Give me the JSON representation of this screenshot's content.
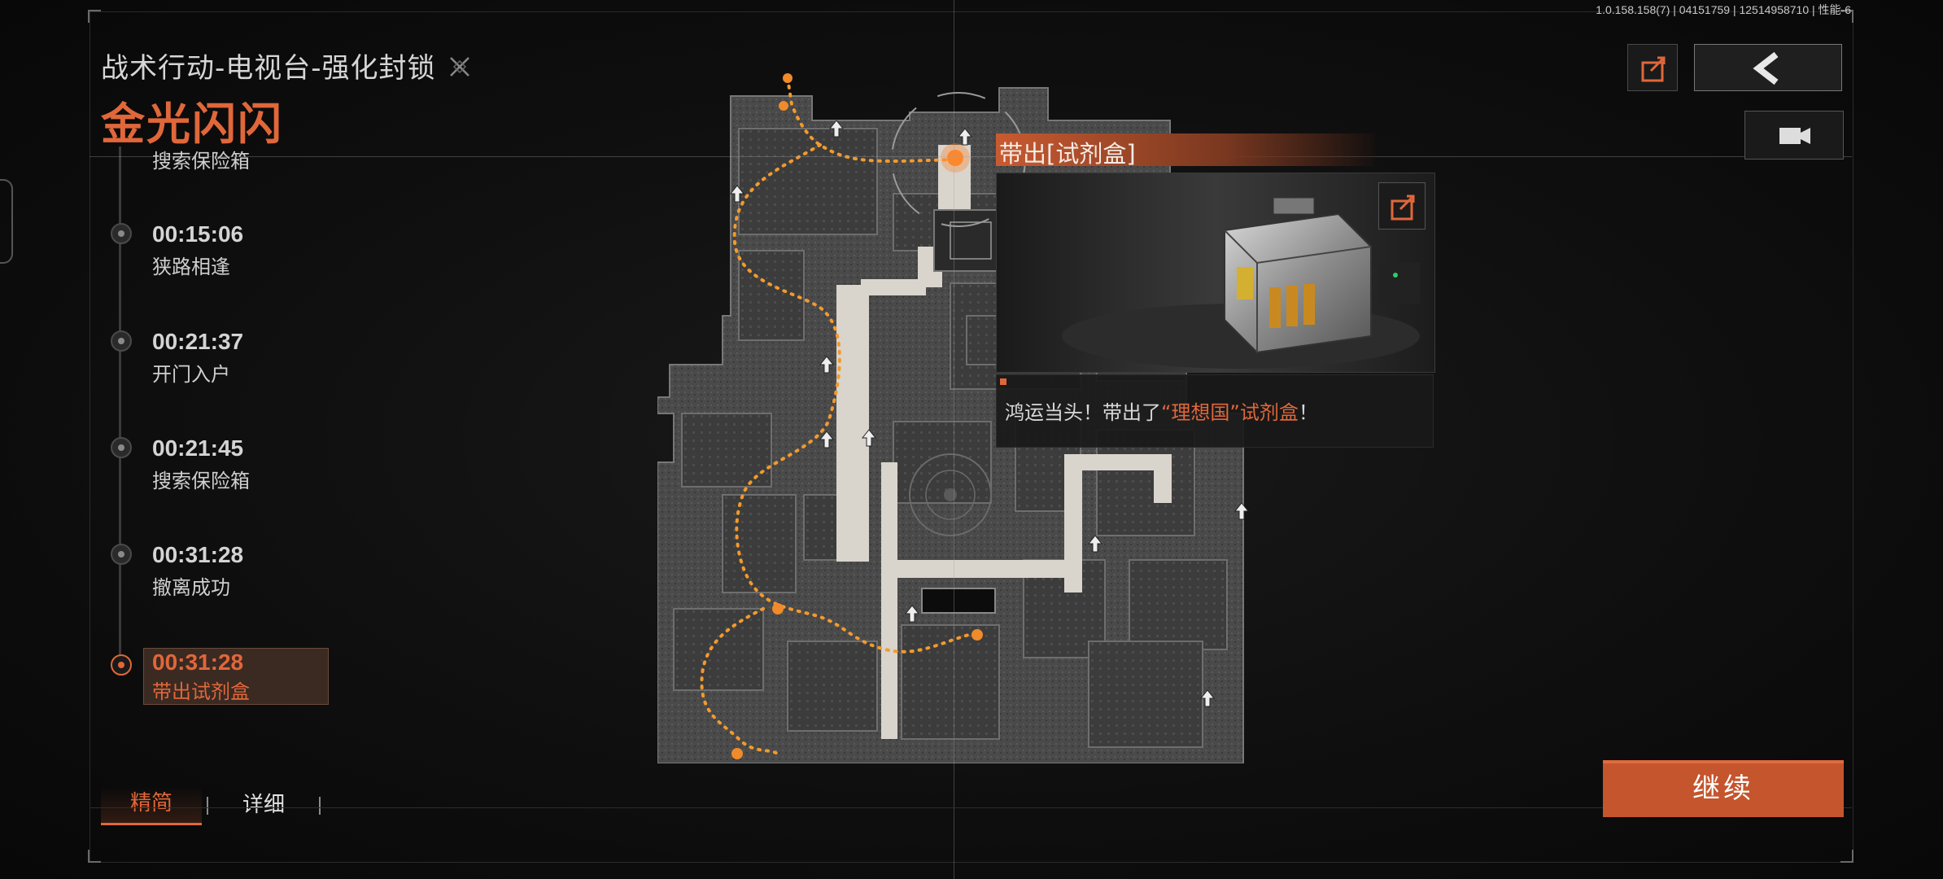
{
  "version": "1.0.158.158(7) | 04151759 | 12514958710 | 性能-6",
  "mission": {
    "title": "战术行动-电视台-强化封锁",
    "player_name": "金光闪闪"
  },
  "timeline": [
    {
      "time": "",
      "label": "搜索保险箱"
    },
    {
      "time": "00:15:06",
      "label": "狭路相逢"
    },
    {
      "time": "00:21:37",
      "label": "开门入户"
    },
    {
      "time": "00:21:45",
      "label": "搜索保险箱"
    },
    {
      "time": "00:31:28",
      "label": "撤离成功"
    },
    {
      "time": "00:31:28",
      "label": "带出试剂盒",
      "active": true
    }
  ],
  "tabs": {
    "brief": "精简",
    "detail": "详细"
  },
  "popup": {
    "title": "带出[试剂盒]",
    "message_prefix": "鸿运当头！带出了",
    "message_highlight": "“理想国”试剂盒",
    "message_suffix": "！"
  },
  "buttons": {
    "continue": "继续"
  },
  "icons": {
    "share": "share-icon",
    "back": "back-arrow-icon",
    "video": "video-camera-icon"
  },
  "colors": {
    "accent": "#e0673a",
    "continue_bg": "#c4552d"
  }
}
